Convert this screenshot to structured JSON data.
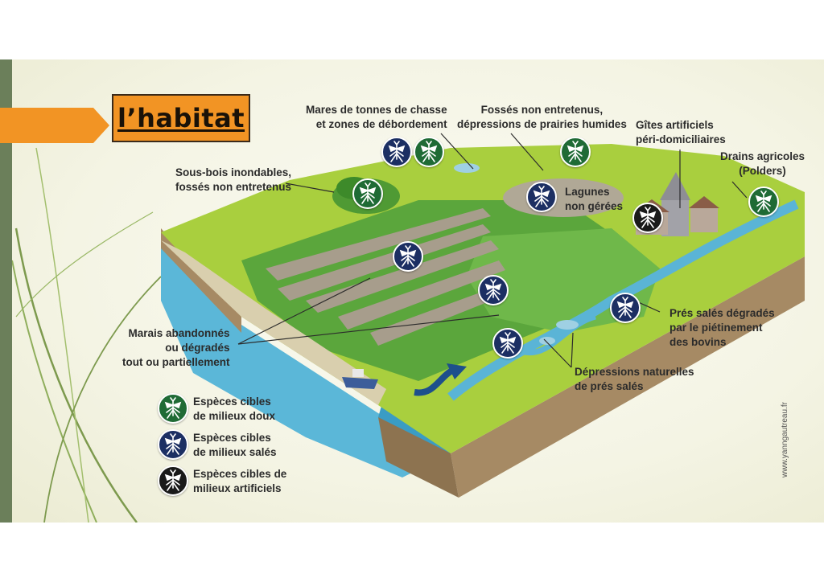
{
  "title": "l’habitat",
  "labels": {
    "mares": [
      "Mares de tonnes de chasse",
      "et zones de débordement"
    ],
    "fosses": [
      "Fossés non entretenus,",
      "dépressions de prairies humides"
    ],
    "gites": [
      "Gîtes artificiels",
      "péri-domiciliaires"
    ],
    "drains": [
      "Drains agricoles",
      "(Polders)"
    ],
    "sousbois": [
      "Sous-bois inondables,",
      "fossés non entretenus"
    ],
    "lagunes": [
      "Lagunes",
      "non gérées"
    ],
    "marais": [
      "Marais abandonnés",
      "ou dégradés",
      "tout ou partiellement"
    ],
    "pres_degrades": [
      "Prés salés dégradés",
      "par le piétinement",
      "des bovins"
    ],
    "depressions": [
      "Dépressions naturelles",
      "de prés salés"
    ]
  },
  "legend": [
    {
      "lines": [
        "Espèces cibles",
        "de milieux doux"
      ],
      "color": "#1f6b35"
    },
    {
      "lines": [
        "Espèces cibles",
        "de milieux salés"
      ],
      "color": "#1c2f63"
    },
    {
      "lines": [
        "Espèces cibles de",
        "milieux artificiels"
      ],
      "color": "#1a1a1a"
    }
  ],
  "credit": "www.yanngautreau.fr",
  "colors": {
    "accent_orange": "#f29424",
    "fresh_green": "#1f6b35",
    "salt_blue": "#1c2f63",
    "artificial_black": "#1a1a1a",
    "sidebar": "#6b7f5a"
  },
  "icon": "mosquito-icon"
}
